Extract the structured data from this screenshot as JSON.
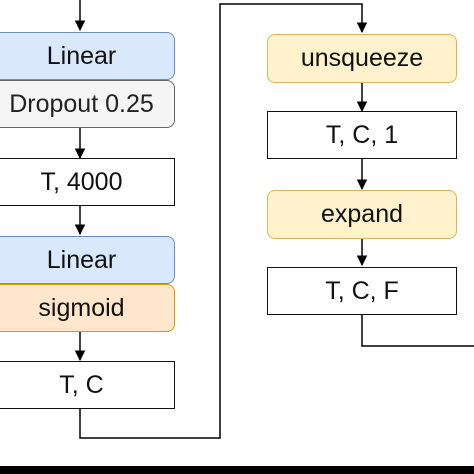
{
  "left_column": {
    "linear_1": "Linear",
    "dropout": "Dropout 0.25",
    "shape_t4000": "T, 4000",
    "linear_2": "Linear",
    "sigmoid": "sigmoid",
    "shape_tc": "T, C"
  },
  "right_column": {
    "unsqueeze": "unsqueeze",
    "shape_tc1": "T, C, 1",
    "expand": "expand",
    "shape_tcf": "T, C, F"
  },
  "colors": {
    "linear_fill": "#dae8fc",
    "dropout_fill": "#f5f5f5",
    "op_fill": "#fff2cc",
    "sigmoid_fill": "#ffe6cc",
    "shape_fill": "#ffffff",
    "line": "#000000"
  }
}
